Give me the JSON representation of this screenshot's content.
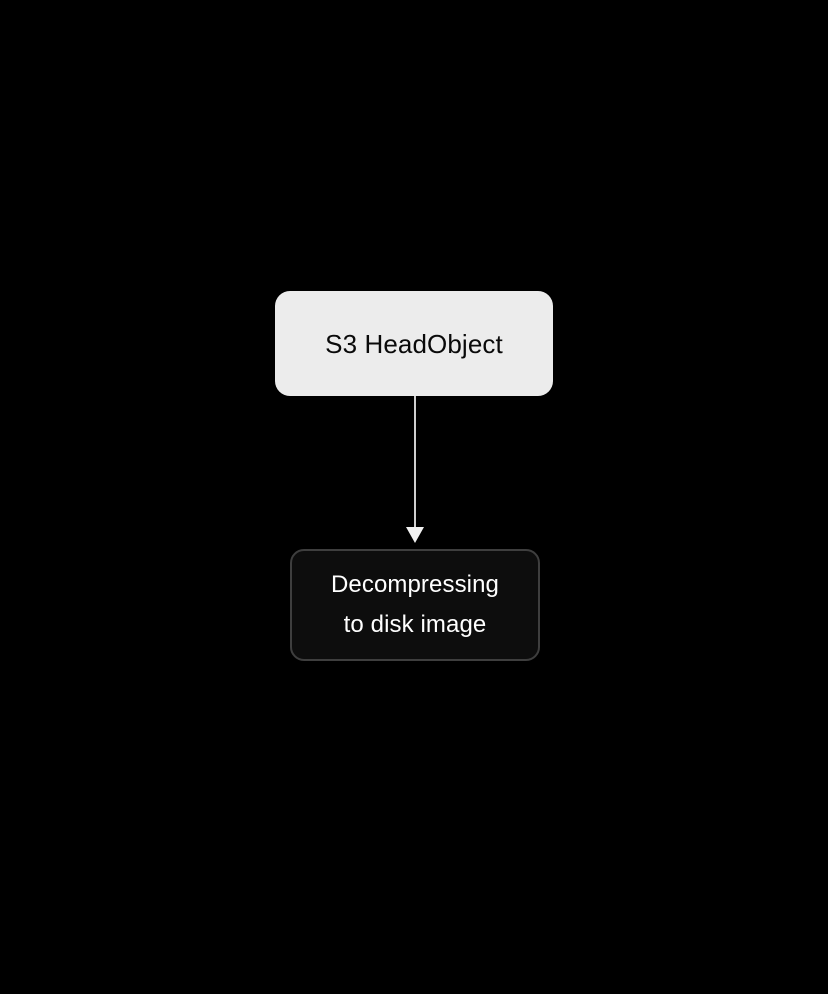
{
  "diagram": {
    "type": "flowchart",
    "orientation": "top-to-bottom",
    "background_color": "#000000",
    "nodes": [
      {
        "id": "s3-head-object",
        "label": "S3 HeadObject",
        "state": "completed",
        "fill_color": "#ececec",
        "text_color": "#0a0a0a"
      },
      {
        "id": "decompressing-to-disk-image",
        "label": "Decompressing\nto disk image",
        "state": "active",
        "fill_color": "#0d0d0d",
        "border_color": "#3e3e3e",
        "text_color": "#ffffff"
      }
    ],
    "edges": [
      {
        "id": "edge-s3-to-decompressing",
        "from": "s3-head-object",
        "to": "decompressing-to-disk-image",
        "label": "",
        "color": "#cfcfcf",
        "arrowhead": "triangle-filled"
      }
    ]
  }
}
